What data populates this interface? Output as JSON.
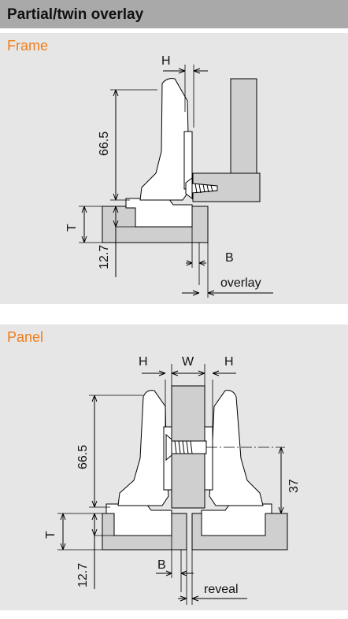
{
  "header": {
    "title": "Partial/twin overlay"
  },
  "frame": {
    "title": "Frame",
    "labels": {
      "h": "H",
      "height": "66.5",
      "t": "T",
      "depth": "12.7",
      "b": "B",
      "overlay": "overlay"
    }
  },
  "panel": {
    "title": "Panel",
    "labels": {
      "h_left": "H",
      "w": "W",
      "h_right": "H",
      "height": "66.5",
      "offset": "37",
      "t": "T",
      "depth": "12.7",
      "b": "B",
      "reveal": "reveal"
    }
  },
  "colors": {
    "orange": "#ef7d1a",
    "header_bg": "#a9a9a9",
    "panel_bg": "#e6e6e6",
    "wood": "#cfcfcf"
  }
}
